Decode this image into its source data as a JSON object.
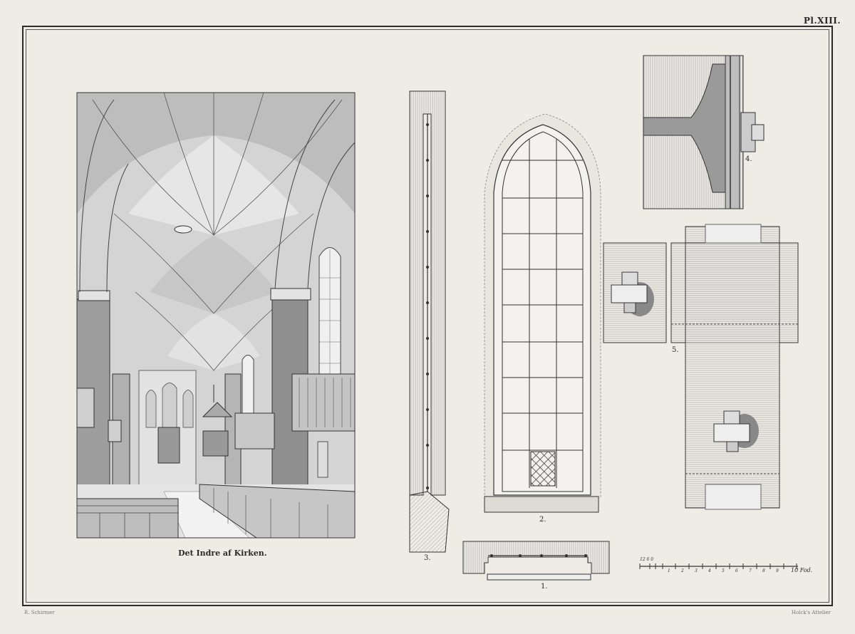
{
  "plate": {
    "number": "Pl.XIII.",
    "credit_left": "R. Schirmer",
    "credit_right": "Holck's Attelier"
  },
  "figures": {
    "interior_caption": "Det Indre af Kirken.",
    "fig1_label": "1.",
    "fig2_label": "2.",
    "fig3_label": "3.",
    "fig4_label": "4.",
    "fig5_label": "5."
  },
  "scale_bar": {
    "small_numbers": "12 6 0",
    "numbers": [
      "1",
      "2",
      "3",
      "4",
      "5",
      "6",
      "7",
      "8",
      "9"
    ],
    "end_label": "10 Fod."
  }
}
